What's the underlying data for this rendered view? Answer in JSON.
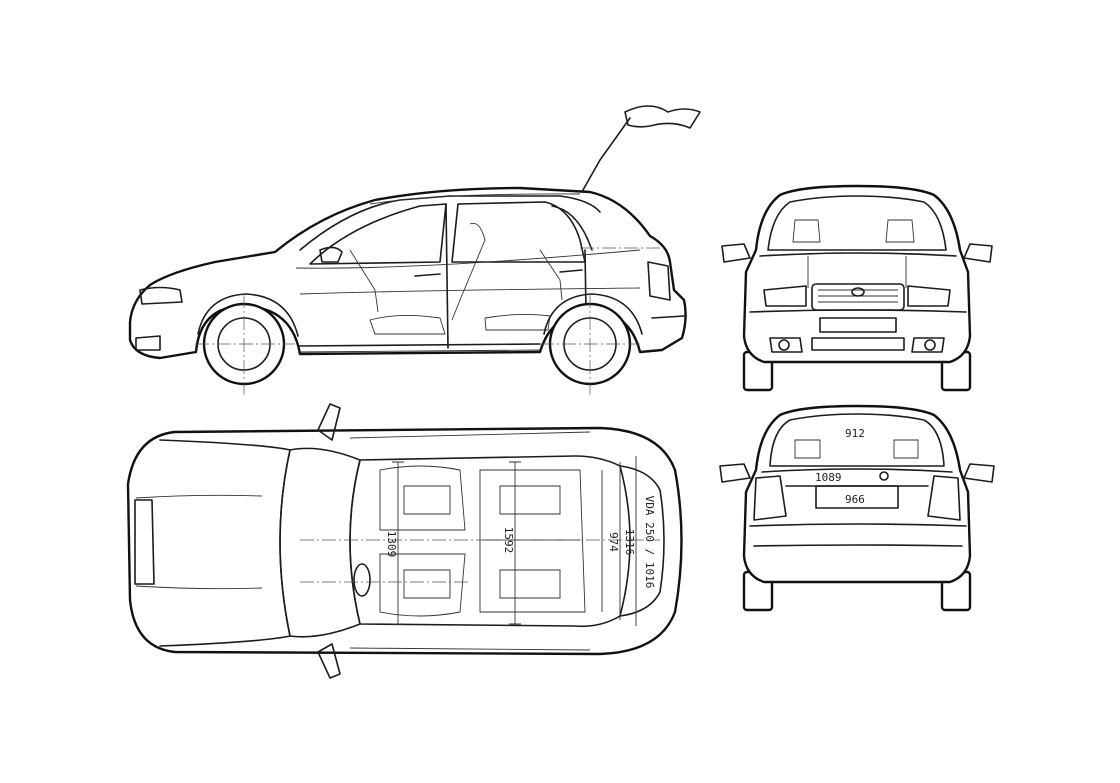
{
  "dimensions": {
    "rear_track_upper": "912",
    "rear_width": "1089",
    "rear_track_lower": "966",
    "interior_width_front": "1309",
    "interior_width_rear": "1592",
    "interior_length_974": "974",
    "interior_length_1316": "1316",
    "cargo_vda": "VDA 250 / 1016"
  }
}
